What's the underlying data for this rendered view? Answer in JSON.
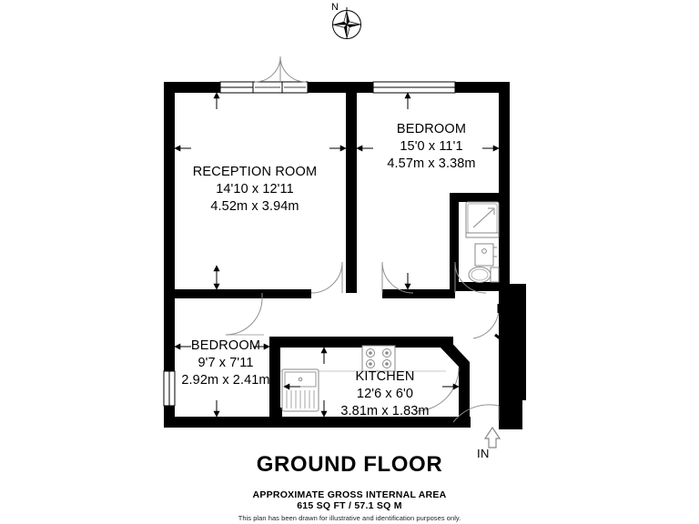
{
  "document": {
    "title": "GROUND FLOOR",
    "area_heading": "APPROXIMATE GROSS INTERNAL AREA",
    "area_value": "615 SQ FT / 57.1 SQ M",
    "disclaimer": "This plan has been drawn for illustrative and identification purposes only."
  },
  "compass": {
    "north_label": "N",
    "icon": "compass-rose-icon"
  },
  "entrance": {
    "label": "IN",
    "icon": "up-arrow-icon"
  },
  "rooms": [
    {
      "id": "reception-room",
      "name": "RECEPTION ROOM",
      "dim_imperial": "14'10 x 12'11",
      "dim_metric": "4.52m x 3.94m"
    },
    {
      "id": "bedroom-main",
      "name": "BEDROOM",
      "dim_imperial": "15'0 x 11'1",
      "dim_metric": "4.57m x 3.38m"
    },
    {
      "id": "bedroom-second",
      "name": "BEDROOM",
      "dim_imperial": "9'7 x 7'11",
      "dim_metric": "2.92m x 2.41m"
    },
    {
      "id": "kitchen",
      "name": "KITCHEN",
      "dim_imperial": "12'6 x 6'0",
      "dim_metric": "3.81m x 1.83m"
    }
  ],
  "fixtures": [
    {
      "id": "shower",
      "icon": "shower-tray-icon"
    },
    {
      "id": "wash-basin",
      "icon": "wash-basin-icon"
    },
    {
      "id": "toilet",
      "icon": "toilet-icon"
    },
    {
      "id": "kitchen-hob",
      "icon": "hob-four-burner-icon"
    },
    {
      "id": "kitchen-sink",
      "icon": "sink-with-drainer-icon"
    }
  ],
  "colors": {
    "wall": "#000000",
    "background": "#ffffff",
    "fixture_line": "#8a8a8a",
    "dimension_line": "#000000"
  }
}
